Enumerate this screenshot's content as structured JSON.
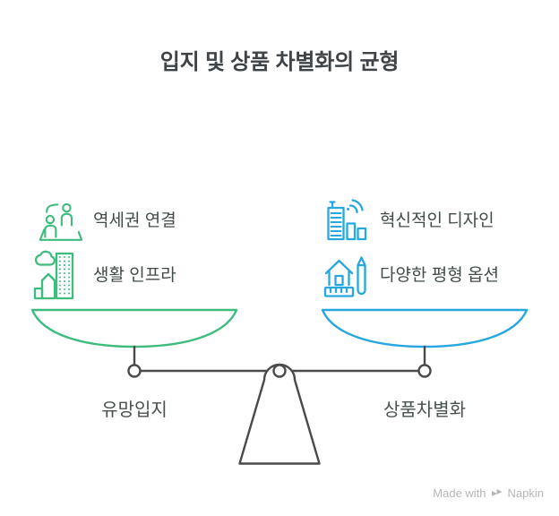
{
  "title": "입지 및 상품 차별화의 균형",
  "scale": {
    "left": {
      "color": "#3dbc7e",
      "pan_label": "유망입지",
      "items": [
        {
          "icon": "people-platform-icon",
          "label": "역세권 연결"
        },
        {
          "icon": "city-infrastructure-icon",
          "label": "생활 인프라"
        }
      ]
    },
    "right": {
      "color": "#27a7df",
      "pan_label": "상품차별화",
      "items": [
        {
          "icon": "smart-building-icon",
          "label": "혁신적인 디자인"
        },
        {
          "icon": "house-plan-icon",
          "label": "다양한 평형 옵션"
        }
      ]
    },
    "beam_color": "#4a4a4a"
  },
  "colors": {
    "green": "#3dbc7e",
    "blue": "#27a7df",
    "dark": "#4a4a4a",
    "title_text": "#3d4347",
    "body_text": "#414c49",
    "watermark_text": "#b4b7b9",
    "background": "#ffffff"
  },
  "watermark": {
    "prefix": "Made with",
    "brand": "Napkin"
  }
}
